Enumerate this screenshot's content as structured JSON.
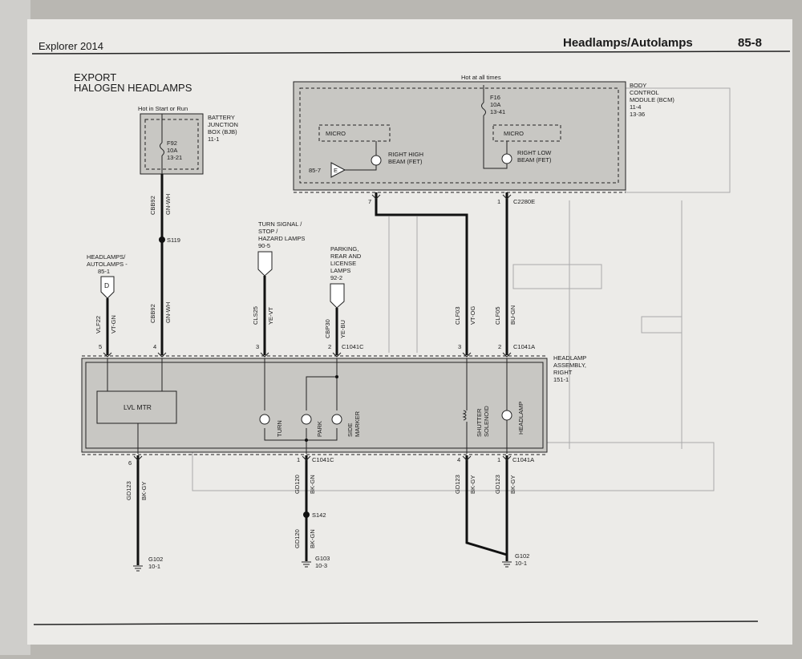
{
  "header": {
    "model": "Explorer 2014",
    "section": "Headlamps/Autolamps",
    "page": "85-8"
  },
  "title": {
    "line1": "EXPORT",
    "line2": "HALOGEN HEADLAMPS"
  },
  "bjb": {
    "hot": "Hot in Start or Run",
    "name": [
      "BATTERY",
      "JUNCTION",
      "BOX (BJB)",
      "11-1"
    ],
    "fuse": [
      "F92",
      "10A",
      "13-21"
    ]
  },
  "bcm": {
    "hot": "Hot at all times",
    "name": [
      "BODY",
      "CONTROL",
      "MODULE (BCM)",
      "11-4",
      "13-36"
    ],
    "fuse": [
      "F16",
      "10A",
      "13-41"
    ],
    "micro": "MICRO",
    "high": [
      "RIGHT HIGH",
      "BEAM (FET)"
    ],
    "low": [
      "RIGHT LOW",
      "BEAM (FET)"
    ],
    "ref": "85-7",
    "e": "E",
    "pins": [
      "7",
      "1"
    ],
    "connector": "C2280E"
  },
  "splices": {
    "s119": "S119",
    "s142": "S142"
  },
  "refs": {
    "headlamps": {
      "label": [
        "HEADLAMPS/",
        "AUTOLAMPS -",
        "85-1"
      ],
      "letter": "D"
    },
    "turn": [
      "TURN SIGNAL /",
      "STOP /",
      "HAZARD LAMPS",
      "90-5"
    ],
    "parking": [
      "PARKING,",
      "REAR AND",
      "LICENSE",
      "LAMPS",
      "92-2"
    ]
  },
  "wires": {
    "cbb92_a": [
      "CBB92",
      "GN-WH"
    ],
    "cbb92_b": [
      "CBB92",
      "GN-WH"
    ],
    "vlf22": [
      "VLF22",
      "VT-GN"
    ],
    "cls25": [
      "CLS25",
      "YE-VT"
    ],
    "cbp30": [
      "CBP30",
      "YE-BU"
    ],
    "clf03": [
      "CLF03",
      "VT-OG"
    ],
    "clf05": [
      "CLF05",
      "BU-GN"
    ],
    "gd123_a": [
      "GD123",
      "BK-GY"
    ],
    "gd120_a": [
      "GD120",
      "BK-GN"
    ],
    "gd120_b": [
      "GD120",
      "BK-GN"
    ],
    "gd123_b": [
      "GD123",
      "BK-GY"
    ],
    "gd123_c": [
      "GD123",
      "BK-GY"
    ]
  },
  "top_pins": {
    "vlf22": "5",
    "cbb92": "4",
    "cls25": "3",
    "cbp30": "2",
    "clf03": "3",
    "clf05": "2"
  },
  "top_connectors": {
    "c": "C1041C",
    "a": "C1041A"
  },
  "assembly": {
    "name": [
      "HEADLAMP",
      "ASSEMBLY,",
      "RIGHT",
      "151-1"
    ],
    "lvl": "LVL MTR",
    "turn": "TURN",
    "park": "PARK",
    "side": [
      "SIDE",
      "MARKER"
    ],
    "shutter": [
      "SHUTTER",
      "SOLENOID"
    ],
    "headlamp": "HEADLAMP"
  },
  "bottom_pins": {
    "gd123": "6",
    "gd120": "1",
    "left": "4",
    "right": "1"
  },
  "bottom_connectors": {
    "c": "C1041C",
    "a": "C1041A"
  },
  "grounds": {
    "g102a": [
      "G102",
      "10-1"
    ],
    "g103": [
      "G103",
      "10-3"
    ],
    "g102b": [
      "G102",
      "10-1"
    ]
  }
}
